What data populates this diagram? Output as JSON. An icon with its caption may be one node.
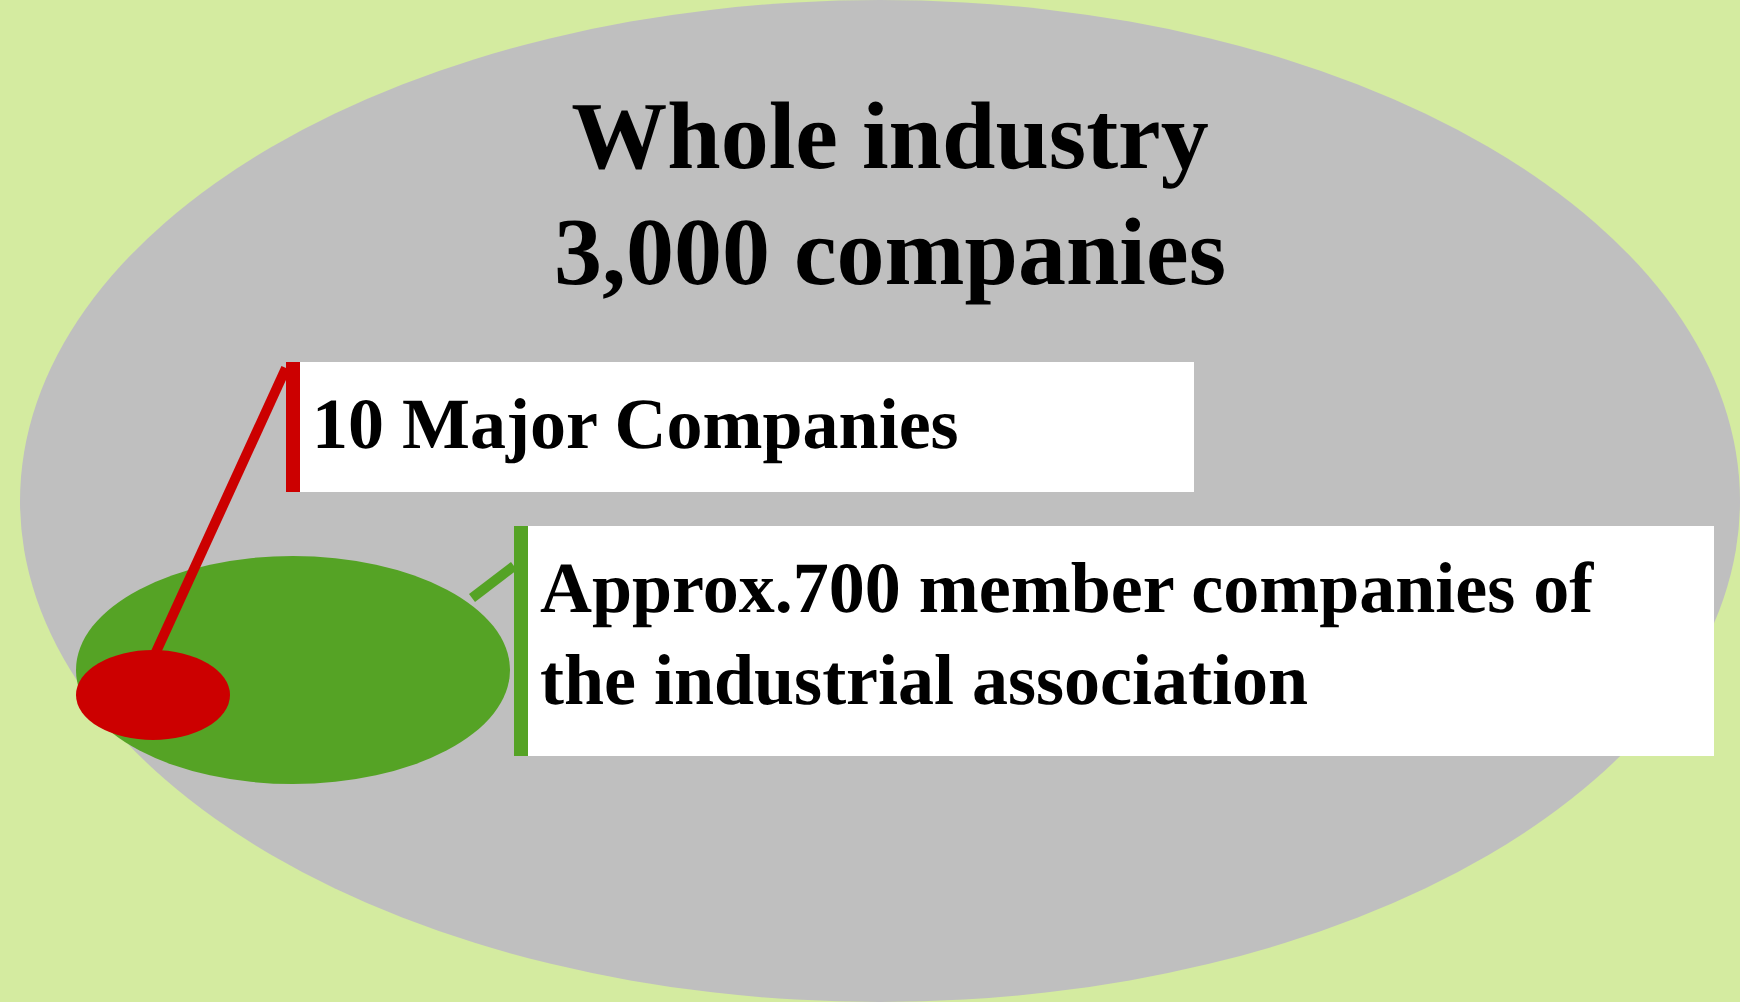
{
  "diagram": {
    "nodes": [
      {
        "text": [
          "Whole industry 3,000 companies"
        ]
      },
      {
        "text": [],
        "shape": "ellipse",
        "in": 0
      },
      {
        "text": [],
        "shape": "ellipse",
        "in": 1
      },
      {
        "text": [
          "10 Major Companies"
        ],
        "in": 0
      },
      {
        "text": [
          "Approx.700 member companies of the industrial association"
        ],
        "in": 0
      }
    ],
    "edges": [
      {
        "from": 3,
        "to": 2,
        "arrow": "none",
        "color": "#cc0000"
      },
      {
        "from": 4,
        "to": 1,
        "arrow": "none",
        "color": "#55a325"
      }
    ]
  }
}
